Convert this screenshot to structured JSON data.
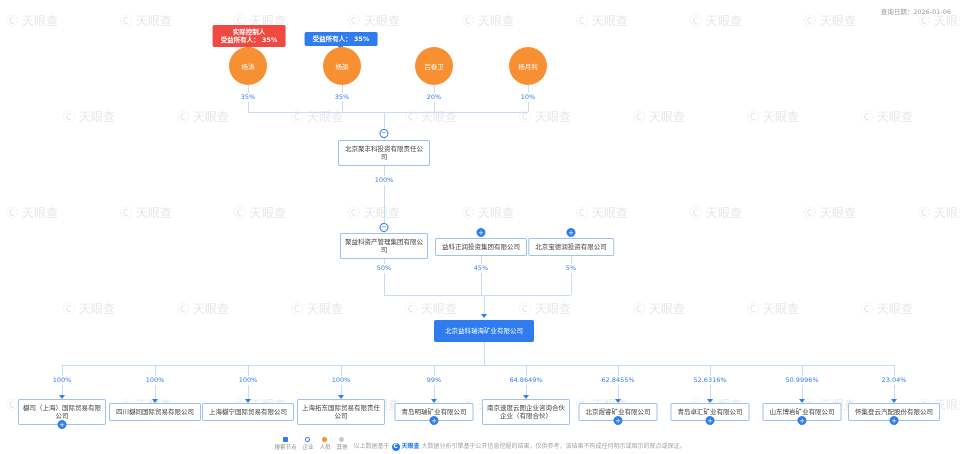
{
  "query_date": "查询日期：2026-01-06",
  "badges": {
    "controller": {
      "line1": "实际控制人",
      "line2": "受益所有人： 35%"
    },
    "beneficial": {
      "label": "受益所有人： 35%"
    }
  },
  "persons": [
    {
      "name": "杨涛",
      "percent": "35%"
    },
    {
      "name": "杨旗",
      "percent": "35%"
    },
    {
      "name": "吕春卫",
      "percent": "20%"
    },
    {
      "name": "杨月利",
      "percent": "10%"
    }
  ],
  "holding_company": {
    "name": "北京聚丰科投资有限责任公司",
    "percent": "100%"
  },
  "shareholders": [
    {
      "name": "聚益科资产管理集团有限公司",
      "percent": "50%"
    },
    {
      "name": "益科正润投资集团有限公司",
      "percent": "45%"
    },
    {
      "name": "北京宝德润投资有限公司",
      "percent": "5%"
    }
  ],
  "target_company": {
    "name": "北京益科瑞海矿业有限公司"
  },
  "subsidiaries": [
    {
      "name": "樾司（上海）国际贸易有限公司",
      "percent": "100%"
    },
    {
      "name": "四川樾同国际贸易有限公司",
      "percent": "100%"
    },
    {
      "name": "上海樾宁国际贸易有限公司",
      "percent": "100%"
    },
    {
      "name": "上海拓东国际贸易有限责任公司",
      "percent": "100%"
    },
    {
      "name": "青岛明瑞矿业有限公司",
      "percent": "99%"
    },
    {
      "name": "南京速度云图企业咨询合伙企业（有限合伙）",
      "percent": "64.8649%"
    },
    {
      "name": "北京煜睿矿业有限公司",
      "percent": "62.8455%"
    },
    {
      "name": "青岛卓汇矿业有限公司",
      "percent": "52.6316%"
    },
    {
      "name": "山东博岩矿业有限公司",
      "percent": "50.9996%"
    },
    {
      "name": "怀集登云汽配股份有限公司",
      "percent": "23.04%"
    }
  ],
  "legend": {
    "items": [
      {
        "label": "搜索节点"
      },
      {
        "label": "企业"
      },
      {
        "label": "人员"
      },
      {
        "label": "其他"
      }
    ]
  },
  "footer": {
    "prefix": "以上数据基于",
    "logo_c": "C",
    "logo_text": "天眼查",
    "text": "大数据分析引擎基于公开信息挖掘的结果，仅供参考，该结果不构成任何明示或暗示的观点或保证。"
  },
  "watermark": {
    "mark": "Ⓒ",
    "text": "天眼查"
  },
  "colors": {
    "accent_blue": "#2e7cf0",
    "person_orange": "#f78f33",
    "controller_red": "#ee4a41",
    "line_blue": "#c9dcf5"
  }
}
